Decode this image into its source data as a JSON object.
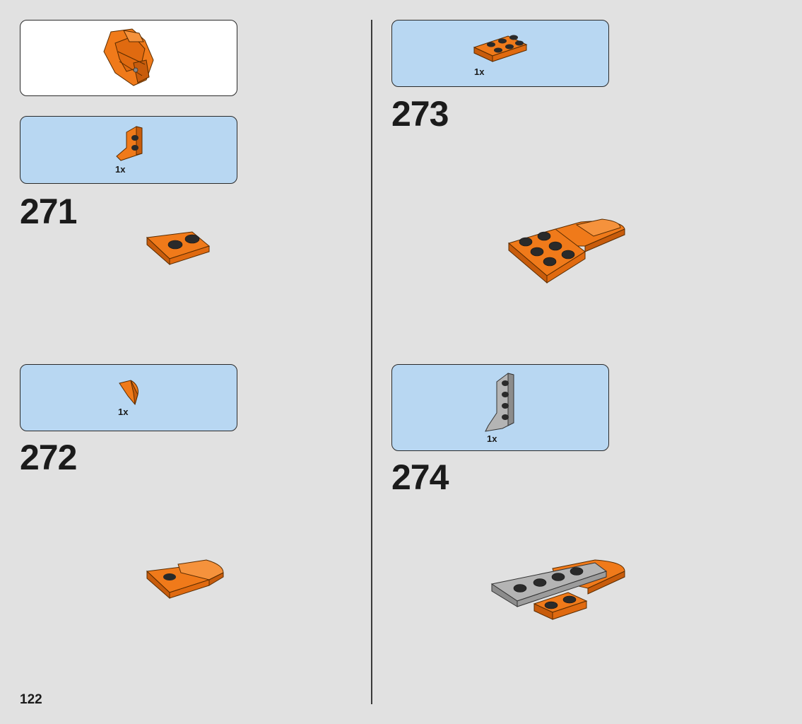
{
  "page_number": "122",
  "colors": {
    "background": "#e1e1e1",
    "parts_callout": "#b8d7f2",
    "brick_orange": "#f07a1a",
    "brick_gray": "#a8a8a8",
    "divider": "#3a3a3a"
  },
  "preview_callout": {
    "image": "orange-subassembly-icon"
  },
  "steps": [
    {
      "number": "271",
      "parts": [
        {
          "qty": "1x",
          "part": "orange-wedge-plate-icon"
        }
      ],
      "assembly": "orange-wedge-plate-assembly-icon"
    },
    {
      "number": "272",
      "parts": [
        {
          "qty": "1x",
          "part": "orange-curved-slope-icon"
        }
      ],
      "assembly": "wedge-with-slope-assembly-icon"
    },
    {
      "number": "273",
      "parts": [
        {
          "qty": "1x",
          "part": "orange-2x3-plate-icon"
        }
      ],
      "assembly": "plate-on-wedge-assembly-icon"
    },
    {
      "number": "274",
      "parts": [
        {
          "qty": "1x",
          "part": "gray-wedge-plate-icon"
        }
      ],
      "assembly": "gray-wedge-attached-assembly-icon"
    }
  ]
}
